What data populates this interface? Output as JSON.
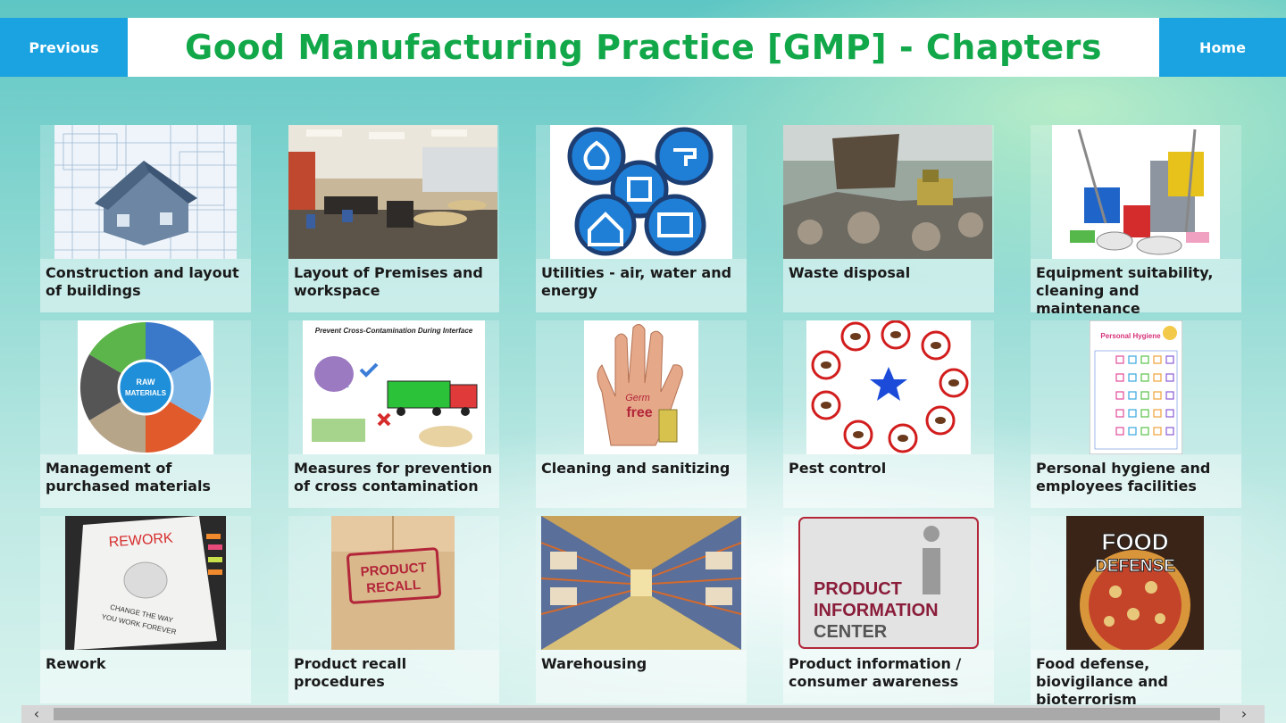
{
  "header": {
    "previous_label": "Previous",
    "title": "Good Manufacturing Practice [GMP] - Chapters",
    "home_label": "Home"
  },
  "chapters": [
    {
      "label": "Construction and layout of buildings",
      "icon": "house-blueprint-image"
    },
    {
      "label": "Layout of Premises and workspace",
      "icon": "office-workspace-image"
    },
    {
      "label": "Utilities - air, water and energy",
      "icon": "utilities-icons-image"
    },
    {
      "label": "Waste disposal",
      "icon": "landfill-truck-image"
    },
    {
      "label": "Equipment suitability, cleaning and maintenance",
      "icon": "cleaning-equipment-image"
    },
    {
      "label": "Management of purchased materials",
      "icon": "raw-materials-image",
      "image_text": "RAW MATERIALS"
    },
    {
      "label": "Measures for prevention of cross contamination",
      "icon": "cross-contamination-image",
      "image_text": "Prevent Cross-Contamination During Interface"
    },
    {
      "label": "Cleaning and sanitizing",
      "icon": "germ-free-hand-image",
      "image_text": "Germ free"
    },
    {
      "label": "Pest control",
      "icon": "pest-control-image"
    },
    {
      "label": "Personal hygiene and employees facilities",
      "icon": "hygiene-chart-image",
      "image_text": "Personal Hygiene"
    },
    {
      "label": "Rework",
      "icon": "rework-book-image",
      "image_text": "REWORK",
      "image_subtext": "CHANGE THE WAY YOU WORK FOREVER"
    },
    {
      "label": "Product recall procedures",
      "icon": "product-recall-box-image",
      "image_text": "PRODUCT RECALL"
    },
    {
      "label": "Warehousing",
      "icon": "warehouse-aisle-image"
    },
    {
      "label": "Product information / consumer awareness",
      "icon": "info-center-image",
      "image_text": "PRODUCT INFORMATION CENTER"
    },
    {
      "label": "Food defense, biovigilance and bioterrorism",
      "icon": "food-defense-image",
      "image_text": "FOOD DEFENSE"
    }
  ],
  "scrollbar": {
    "left_arrow": "‹",
    "right_arrow": "›"
  },
  "colors": {
    "accent": "#1aa3e0",
    "title": "#12a84a",
    "recall_red": "#b3263a"
  }
}
